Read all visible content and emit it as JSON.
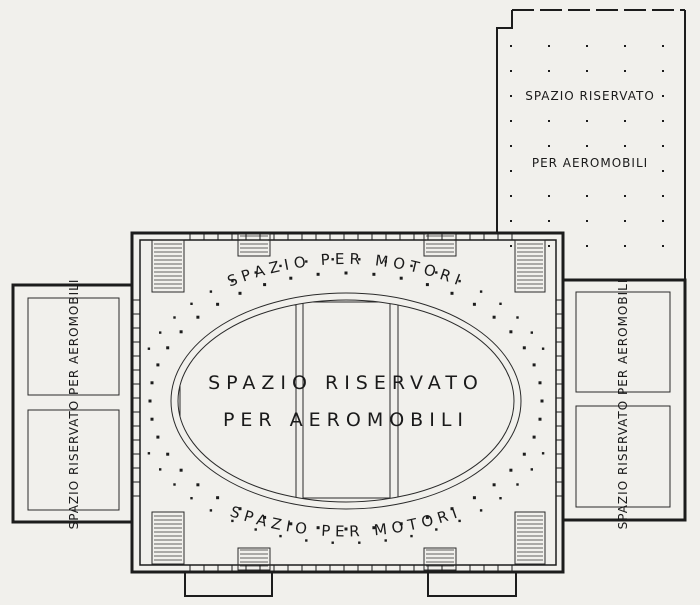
{
  "plan": {
    "hangar_label_line1": "SPAZIO RISERVATO",
    "hangar_label_line2": "PER AEROMOBILI",
    "ring_label_top": "SPAZIO PER MOTORI",
    "ring_label_bottom": "SPAZIO PER MOTORI",
    "arena_label_line1": "SPAZIO RISERVATO",
    "arena_label_line2": "PER AEROMOBILI",
    "left_wing_label": "SPAZIO RISERVATO PER AEROMOBILI",
    "right_wing_label": "SPAZIO RISERVATO PER AEROMOBILI"
  },
  "colors": {
    "paper": "#f1f0ec",
    "ink": "#1c1c1c"
  }
}
